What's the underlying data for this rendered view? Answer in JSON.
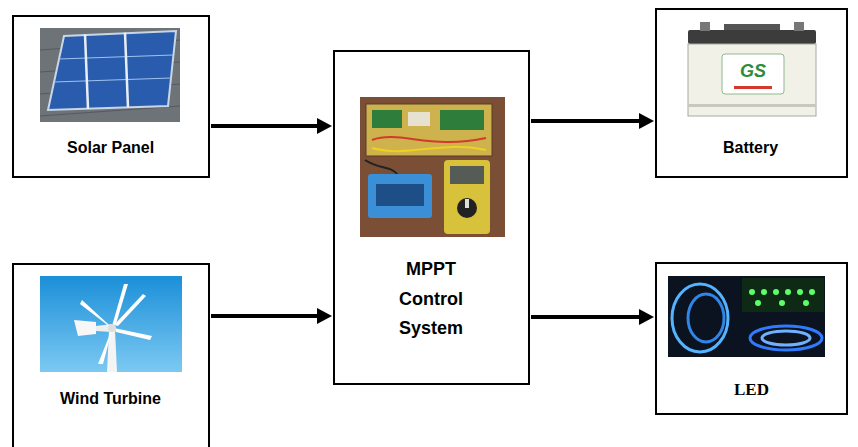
{
  "diagram": {
    "nodes": [
      {
        "text": [
          "Solar Panel"
        ]
      },
      {
        "text": [
          "Wind Turbine"
        ]
      },
      {
        "text": [
          "MPPT Control System"
        ]
      },
      {
        "text": [
          "Battery"
        ]
      },
      {
        "text": [
          "LED"
        ]
      }
    ],
    "edges": [
      {
        "from": 0,
        "to": 2,
        "arrow": "to"
      },
      {
        "from": 1,
        "to": 2,
        "arrow": "to"
      },
      {
        "from": 2,
        "to": 3,
        "arrow": "to"
      },
      {
        "from": 2,
        "to": 4,
        "arrow": "to"
      }
    ],
    "labels": [
      "GS"
    ]
  }
}
